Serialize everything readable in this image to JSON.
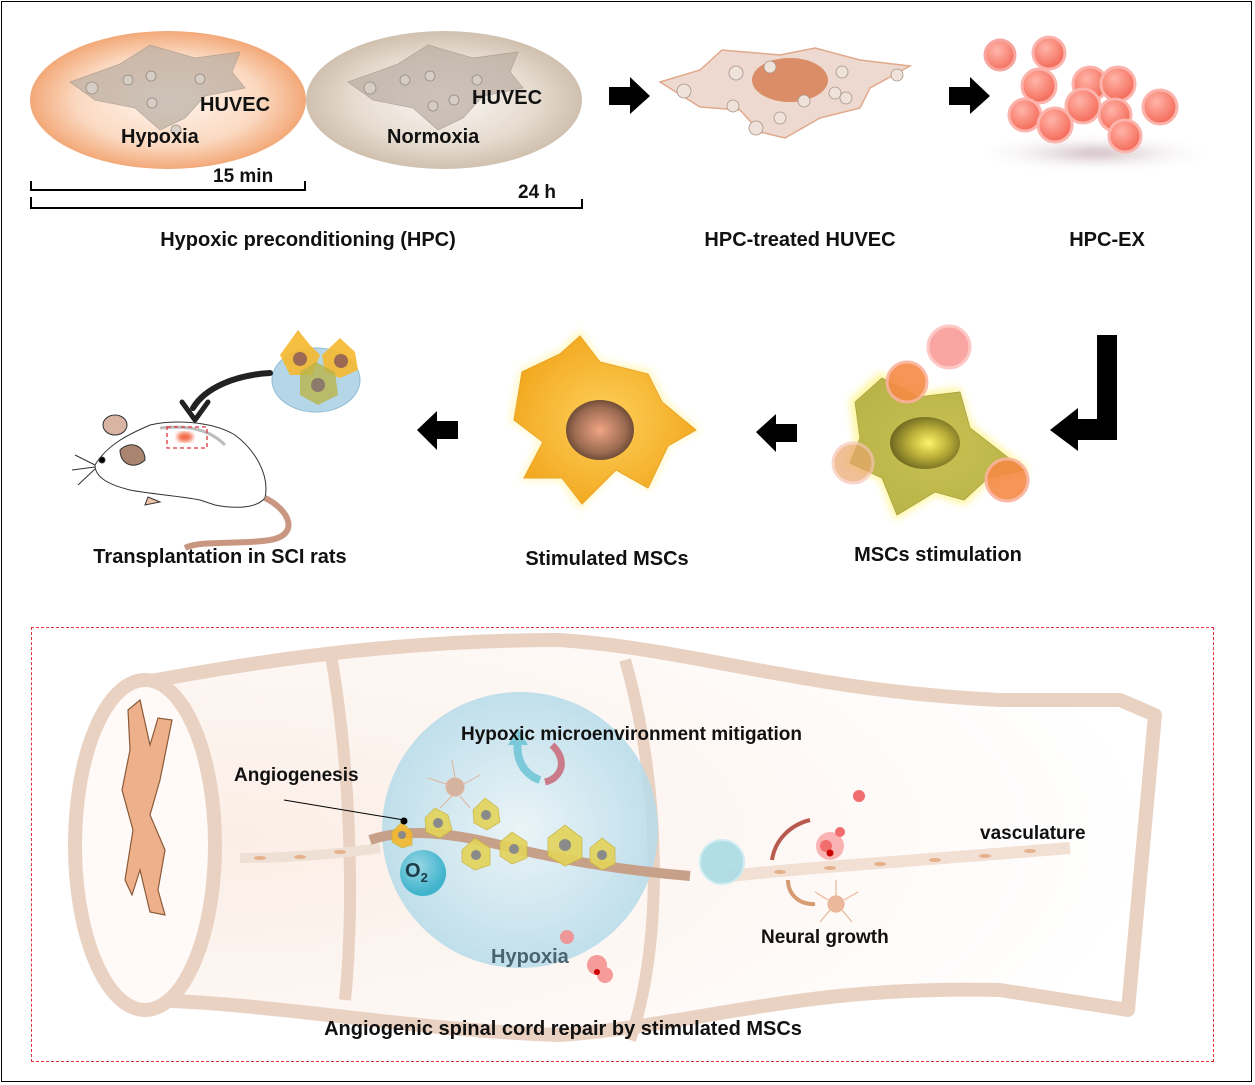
{
  "figure": {
    "top_row": {
      "hypoxia_cell": {
        "cell_label": "HUVEC",
        "condition_label": "Hypoxia",
        "color": "#f2a778"
      },
      "normoxia_cell": {
        "cell_label": "HUVEC",
        "condition_label": "Normoxia",
        "color": "#d9cbbd"
      },
      "timeline": {
        "short_duration": "15 min",
        "long_duration": "24 h"
      },
      "stage_labels": {
        "hpc": "Hypoxic preconditioning (HPC)",
        "treated": "HPC-treated HUVEC",
        "exosomes": "HPC-EX"
      }
    },
    "middle_row": {
      "stage_labels": {
        "stimulation": "MSCs stimulation",
        "stimulated": "Stimulated MSCs",
        "transplant": "Transplantation in SCI rats"
      }
    },
    "bottom_panel": {
      "title": "Angiogenic spinal cord repair by stimulated MSCs",
      "annotations": {
        "mitigation": "Hypoxic microenvironment mitigation",
        "angiogenesis": "Angiogenesis",
        "oxygen": "O",
        "oxygen_sub": "2",
        "hypoxia": "Hypoxia",
        "vasculature": "vasculature",
        "neural": "Neural growth"
      }
    },
    "colors": {
      "arrow": "#000000",
      "dashed_border": "#e0323c",
      "exosome": "#f4786a",
      "msc": "#f5b82e",
      "spinal_cord": "#e8c4aa",
      "bubble": "#bfe0ec"
    }
  }
}
